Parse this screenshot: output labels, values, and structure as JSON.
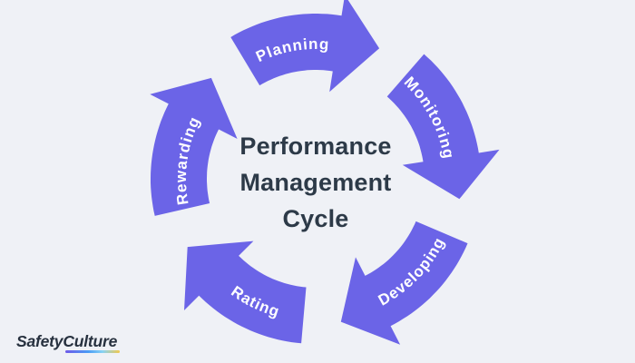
{
  "background_color": "#EFF1F6",
  "cycle": {
    "arrow_color": "#6B64E7",
    "label_color": "#FFFFFF",
    "steps": [
      {
        "label": "Planning"
      },
      {
        "label": "Monitoring"
      },
      {
        "label": "Developing"
      },
      {
        "label": "Rating"
      },
      {
        "label": "Rewarding"
      }
    ]
  },
  "center_title": {
    "lines": [
      "Performance",
      "Management",
      "Cycle"
    ],
    "color": "#2D3A48"
  },
  "logo": {
    "part1": "Safety",
    "part2": "Culture",
    "color": "#27313F",
    "underline_colors": [
      "#6E5AE8",
      "#4B9CF5",
      "#86D2F5",
      "#F2C94C"
    ]
  }
}
